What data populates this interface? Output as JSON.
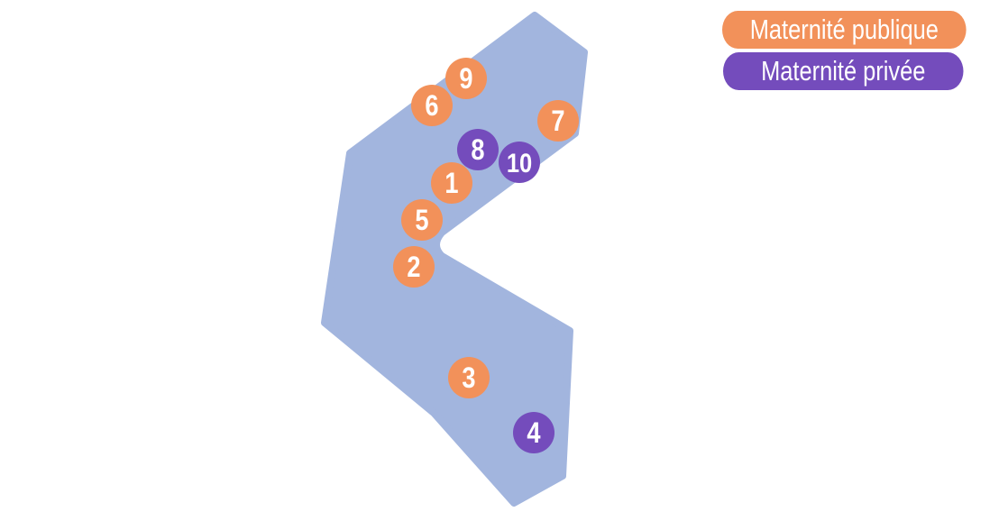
{
  "colors": {
    "public": "#F2915A",
    "private": "#744CBC",
    "region": "#A2B5DE"
  },
  "legend": {
    "public_label": "Maternité publique",
    "private_label": "Maternité privée"
  },
  "markers": [
    {
      "label": "9",
      "type": "public"
    },
    {
      "label": "6",
      "type": "public"
    },
    {
      "label": "7",
      "type": "public"
    },
    {
      "label": "8",
      "type": "private"
    },
    {
      "label": "10",
      "type": "private"
    },
    {
      "label": "1",
      "type": "public"
    },
    {
      "label": "5",
      "type": "public"
    },
    {
      "label": "2",
      "type": "public"
    },
    {
      "label": "3",
      "type": "public"
    },
    {
      "label": "4",
      "type": "private"
    }
  ]
}
